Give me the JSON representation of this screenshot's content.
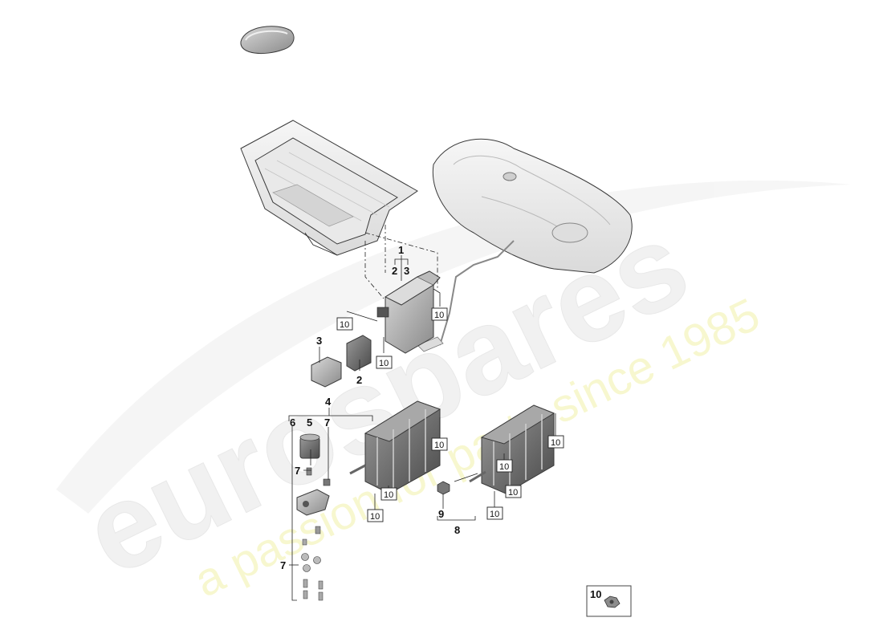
{
  "watermark": {
    "brand": "eurospares",
    "tagline": "a passion for parts since 1985"
  },
  "callouts": {
    "c1": "1",
    "c2a": "2",
    "c3a": "3",
    "c3": "3",
    "c2": "2",
    "c4": "4",
    "c6": "6",
    "c5": "5",
    "c7a": "7",
    "c7b": "7",
    "c7c": "7",
    "c9": "9",
    "c8": "8"
  },
  "boxed_callouts": [
    "10",
    "10",
    "10",
    "10",
    "10",
    "10",
    "10",
    "10",
    "10",
    "10"
  ],
  "legend": {
    "number": "10"
  }
}
